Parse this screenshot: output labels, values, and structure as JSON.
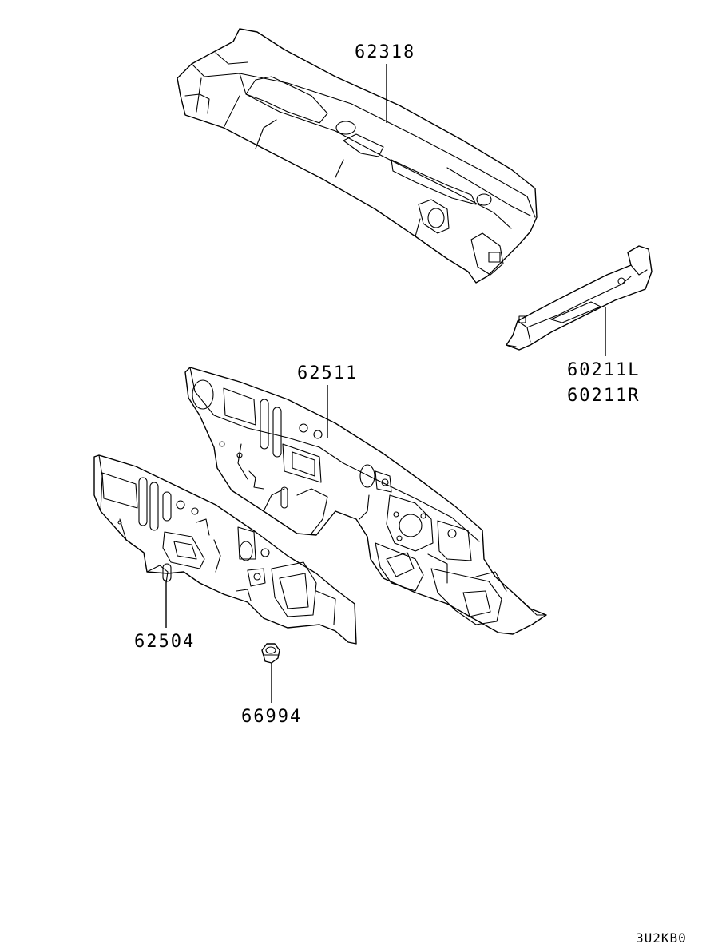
{
  "labels": {
    "cowl_top": "62318",
    "dash_panel": "62511",
    "reinforcement_l": "60211L",
    "reinforcement_r": "60211R",
    "insulator": "62504",
    "clip": "66994"
  },
  "diagram_code": "3U2KB0"
}
